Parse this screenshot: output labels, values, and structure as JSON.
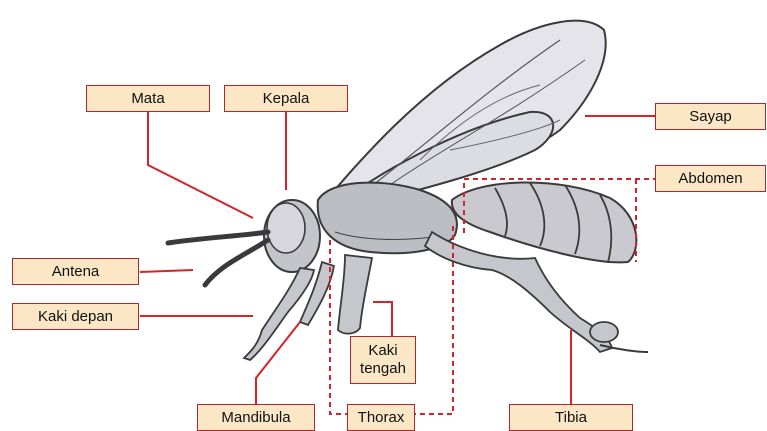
{
  "diagram": {
    "labels": {
      "mata": "Mata",
      "kepala": "Kepala",
      "sayap": "Sayap",
      "abdomen": "Abdomen",
      "antena": "Antena",
      "kaki_depan": "Kaki depan",
      "kaki_tengah_line1": "Kaki",
      "kaki_tengah_line2": "tengah",
      "mandibula": "Mandibula",
      "thorax": "Thorax",
      "tibia": "Tibia"
    },
    "colors": {
      "label_fill": "#fbe7c6",
      "label_border": "#b0282a",
      "leader_line": "#d4242a",
      "body_fill": "#c9c9cf",
      "wing_fill": "#e4e4ea",
      "outline": "#3a3a3a"
    }
  }
}
